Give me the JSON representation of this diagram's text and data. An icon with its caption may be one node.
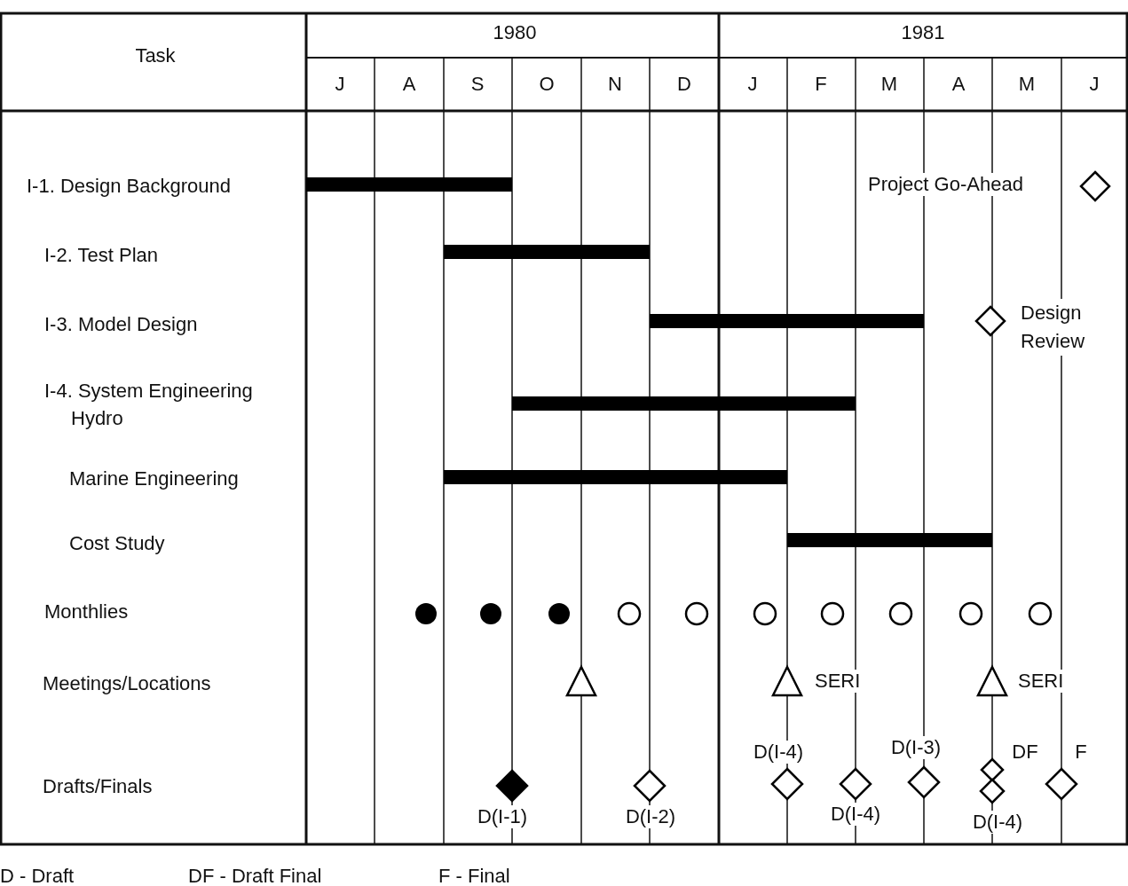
{
  "diagram": {
    "labels": [
      "Task",
      "1980",
      "1981",
      "J",
      "A",
      "S",
      "O",
      "N",
      "D",
      "J",
      "F",
      "M",
      "A",
      "M",
      "J",
      "I-1. Design Background",
      "Project Go-Ahead",
      "I-2. Test Plan",
      "I-3. Model Design",
      "Design Review",
      "I-4. System Engineering",
      "Hydro",
      "Marine Engineering",
      "Cost Study",
      "Monthlies",
      "Meetings/Locations",
      "SERI",
      "SERI",
      "D(I-4)",
      "D(I-3)",
      "DF",
      "F",
      "Drafts/Finals",
      "D(I-1)",
      "D(I-2)",
      "D(I-4)",
      "D(I-4)",
      "D - Draft",
      "DF - Draft Final",
      "F - Final"
    ]
  }
}
